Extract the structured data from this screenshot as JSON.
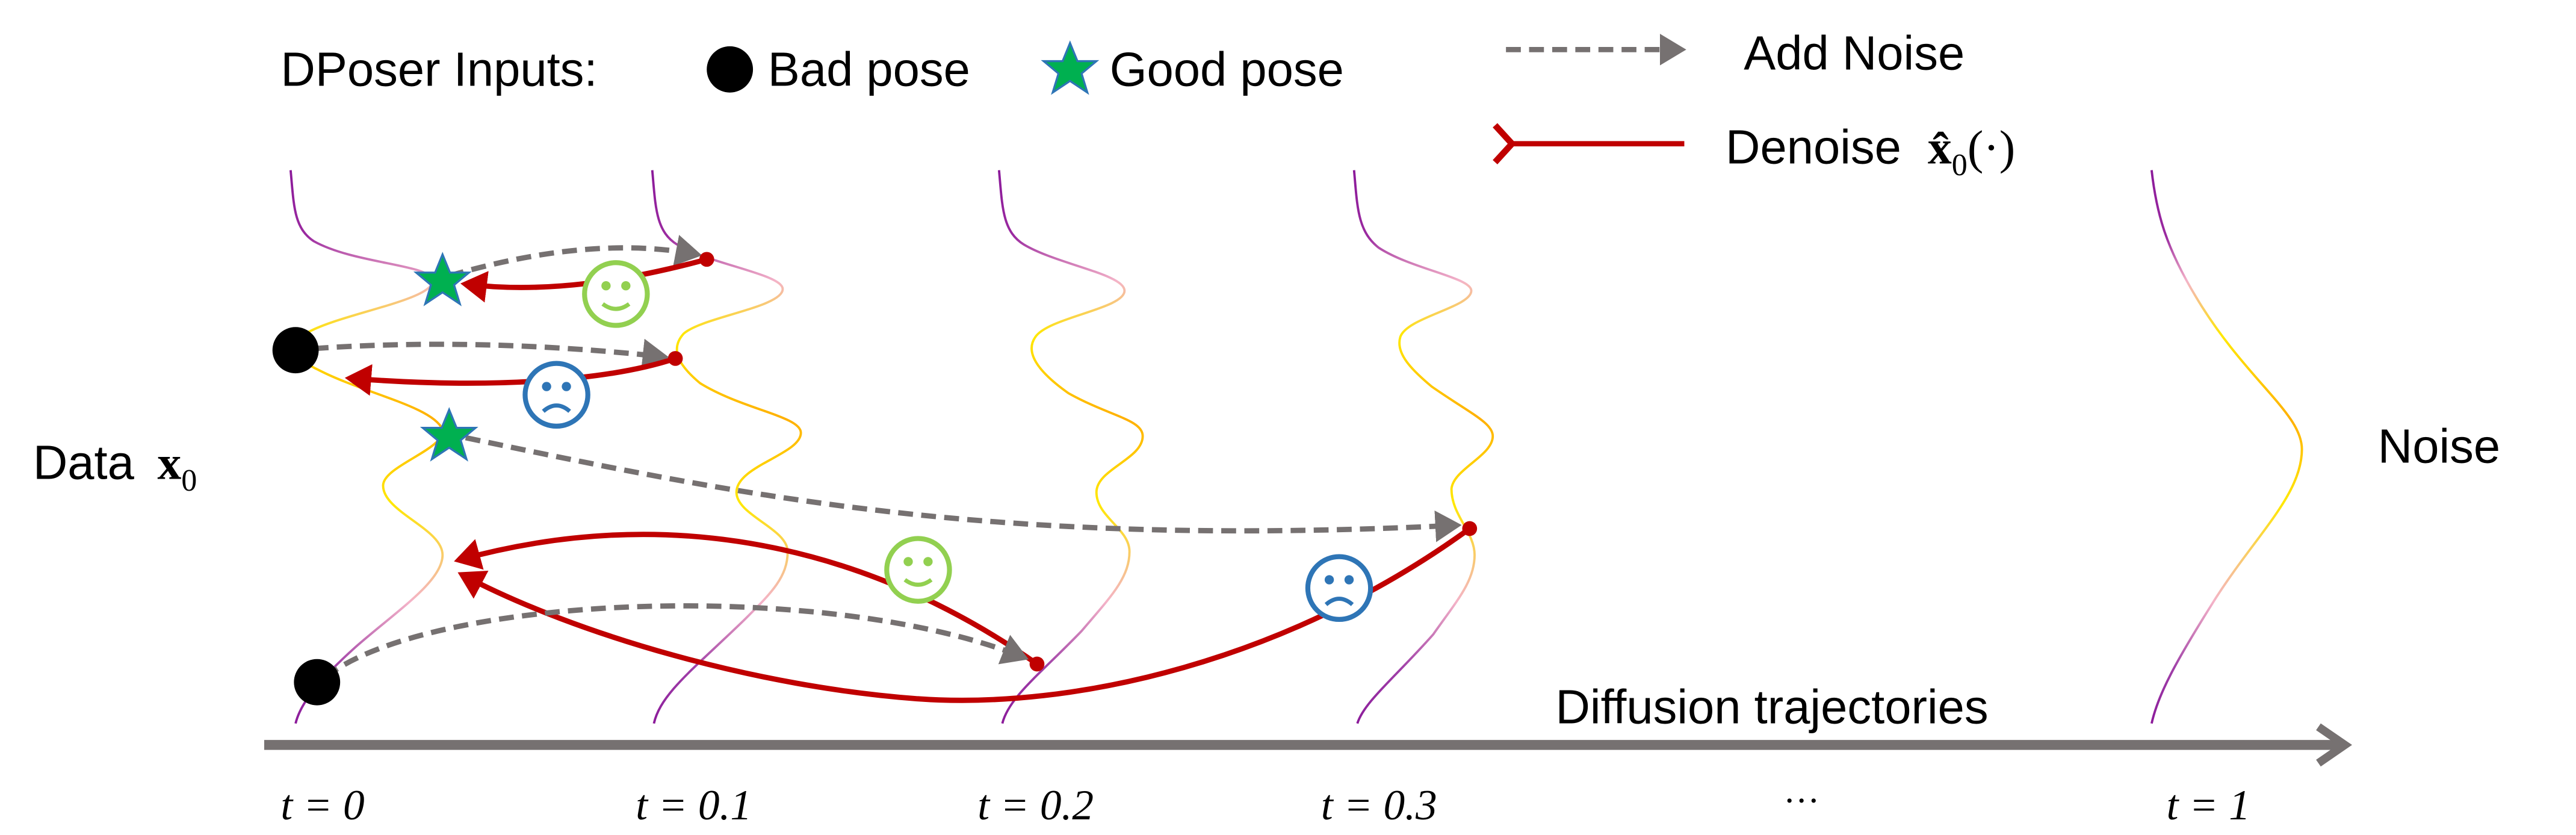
{
  "legend": {
    "inputs_label": "DPoser Inputs:",
    "bad_pose": "Bad pose",
    "good_pose": "Good pose",
    "add_noise": "Add Noise",
    "denoise": "Denoise",
    "denoise_symbol": "x̂",
    "denoise_subscript": "0",
    "denoise_arg": "(·)"
  },
  "labels": {
    "data": "Data",
    "data_symbol": "x",
    "data_subscript": "0",
    "noise": "Noise",
    "axis_title": "Diffusion trajectories"
  },
  "timesteps": [
    "t = 0",
    "t = 0.1",
    "t = 0.2",
    "t = 0.3",
    "···",
    "t = 1"
  ],
  "colors": {
    "add_noise": "#767171",
    "denoise": "#c00000",
    "good_pose": "#00b050",
    "good_pose_outline": "#2e75b6",
    "bad_pose": "#000000",
    "happy_face": "#92d050",
    "sad_face": "#2e75b6",
    "axis": "#767171"
  }
}
